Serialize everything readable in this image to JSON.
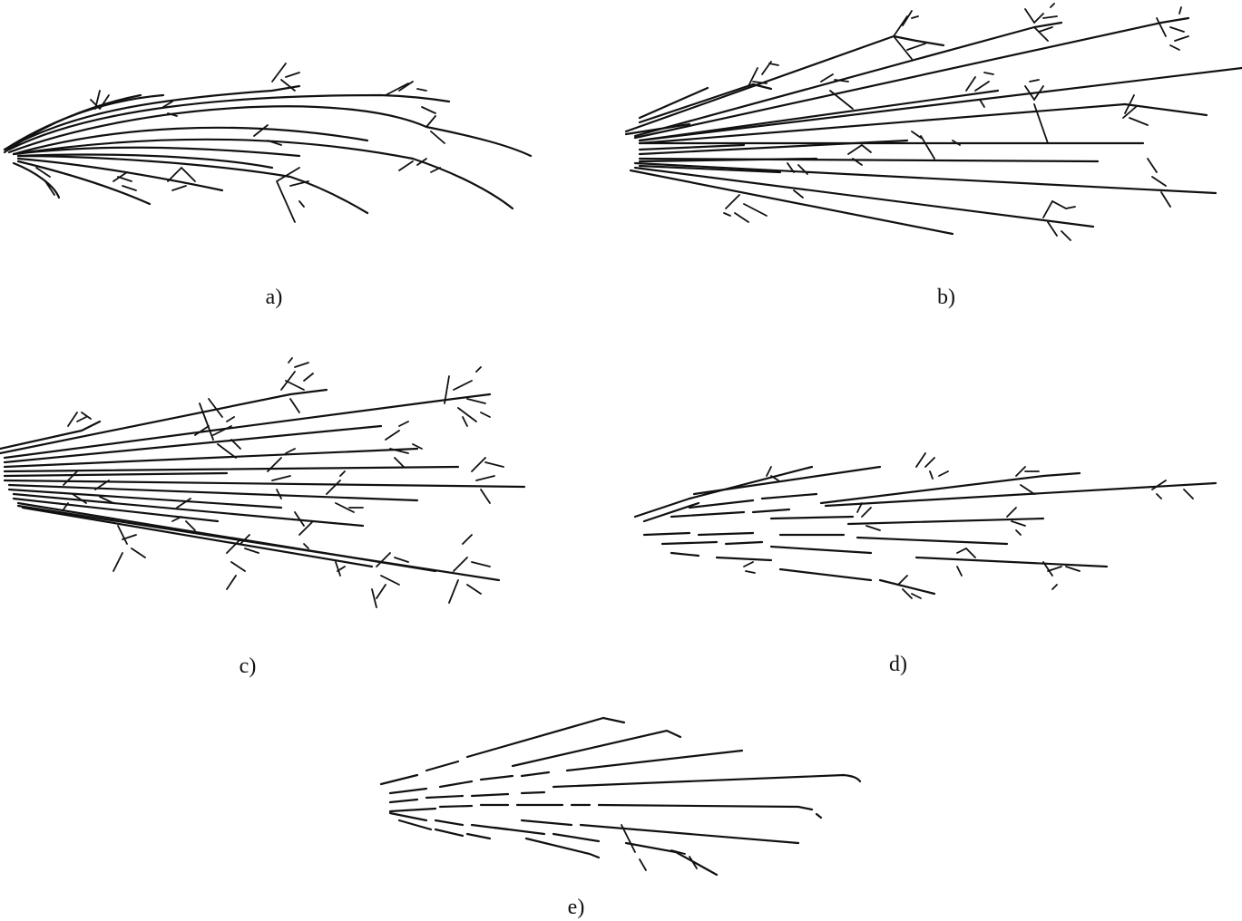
{
  "figure": {
    "panels": [
      {
        "id": "a",
        "label": "a)"
      },
      {
        "id": "b",
        "label": "b)"
      },
      {
        "id": "c",
        "label": "c)"
      },
      {
        "id": "d",
        "label": "d)"
      },
      {
        "id": "e",
        "label": "e)"
      }
    ]
  }
}
